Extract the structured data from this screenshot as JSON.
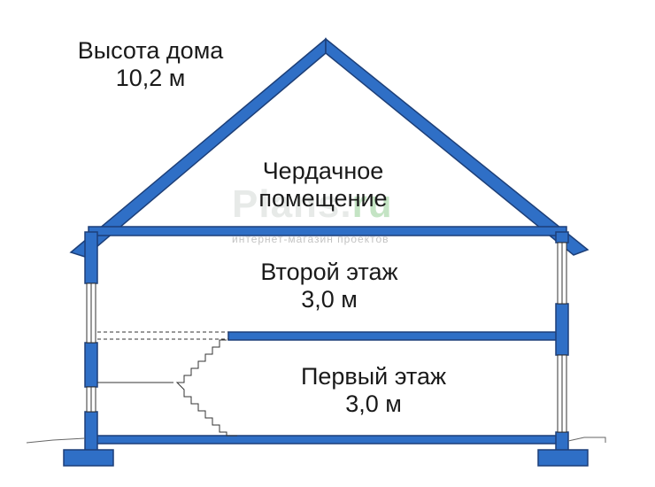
{
  "colors": {
    "structure": "#2f6fc6",
    "outline": "#1d3f78",
    "line": "#333333",
    "watermark_green": "#4aa84a"
  },
  "labels": {
    "house_height": {
      "line1": "Высота дома",
      "line2": "10,2 м"
    },
    "attic": {
      "line1": "Чердачное",
      "line2": "помещение"
    },
    "second_floor": {
      "line1": "Второй этаж",
      "line2": "3,0 м"
    },
    "first_floor": {
      "line1": "Первый этаж",
      "line2": "3,0 м"
    }
  },
  "watermark": {
    "logo_main": "Plans.",
    "logo_suffix": "ru",
    "tagline": "интернет-магазин проектов"
  }
}
